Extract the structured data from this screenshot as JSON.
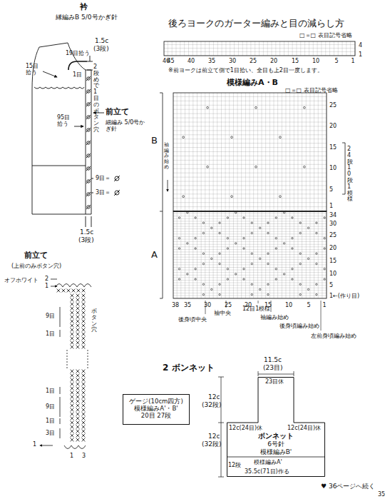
{
  "diagram": {
    "nodes": [
      {
        "text": [
          "ゲージ(10cm四方)",
          "模様編みA'・B'",
          "20目 27段"
        ]
      },
      {
        "text": [
          "ボンネット",
          "6号針",
          "模様編みB'"
        ]
      }
    ],
    "edges": [],
    "labels": [
      "衿",
      "縁編みB 5/0号かぎ針",
      "1.5c",
      "(3段)",
      "19目拾う",
      "15目拾う",
      "1目",
      "2段めで1目のボタン穴",
      "95目拾う",
      "前立て",
      "細編み 5/0号かぎ針",
      "9目＝",
      "3目＝",
      "1.5c",
      "(3段)",
      "後ろヨークのガーター編みと目の減らし方",
      "□＝□ 表目記号省略",
      "46",
      "45",
      "40",
      "35",
      "30",
      "25",
      "20",
      "15",
      "10",
      "5",
      "1",
      "4",
      "1",
      "※前ヨークは前立て側で1目拾い、全目も上2目一度します。",
      "模様編みA・B",
      "□＝□ 表目記号省略",
      "B",
      "袖編み始め",
      "25",
      "20",
      "15",
      "10",
      "5",
      "1",
      "34",
      "30",
      "25",
      "20",
      "15",
      "10",
      "5",
      "1←(作り目)",
      "24段10段1模様",
      "A",
      "38",
      "35",
      "30",
      "25",
      "20",
      "15",
      "10",
      "5",
      "1",
      "後身頃中央",
      "袖中央",
      "12目1模様",
      "袖編み始め",
      "後身頃編み始め",
      "左前身頃編み始め",
      "前立て",
      "(上前のみボタン穴)",
      "オフホワイト",
      "2",
      "1",
      "9目",
      "1目",
      "ボタン穴",
      "1目",
      "9目",
      "1目",
      "3目",
      "1",
      "1",
      "3",
      "2 ボンネット",
      "11.5c",
      "(23目)",
      "23目休",
      "12c",
      "(32段)",
      "12c(24目)休",
      "12c(24目)休",
      "12c",
      "(32段)",
      "模様編みA'",
      "12段",
      "35.5c(71目)作る",
      "♥ 36ページへ続く",
      "35"
    ]
  }
}
